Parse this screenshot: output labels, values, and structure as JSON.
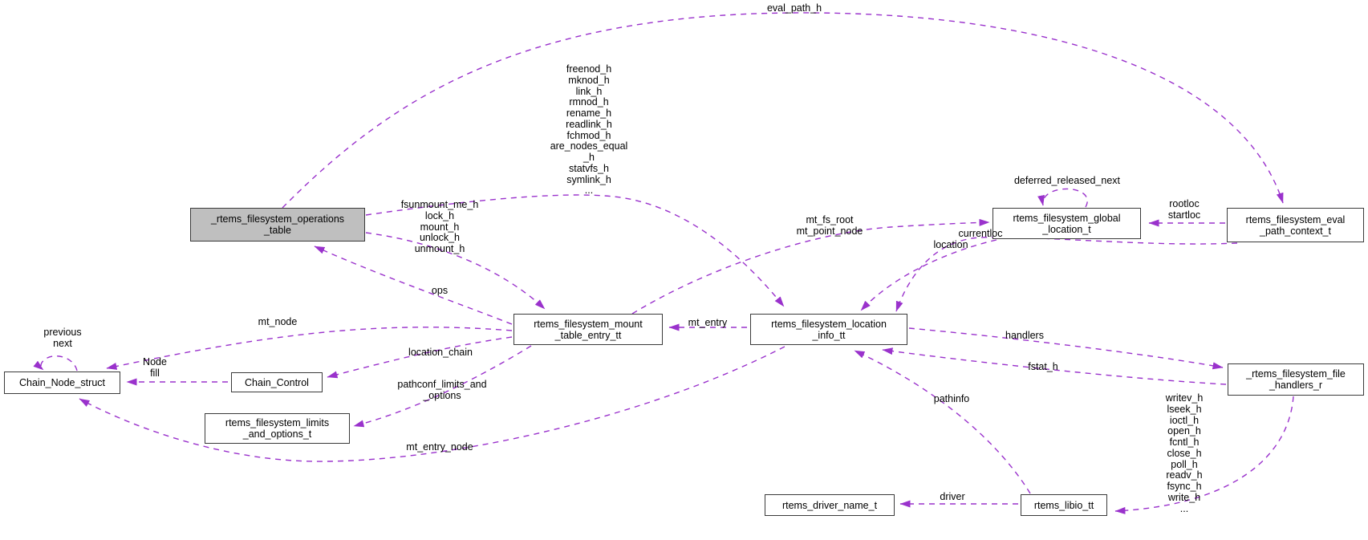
{
  "colors": {
    "edge": "#9a32cc",
    "border": "#3a3a3a",
    "node-fill": "#ffffff",
    "node-highlight": "#bfbfbf"
  },
  "nodes": [
    {
      "id": "operations-table",
      "label": "_rtems_filesystem_operations\n_table",
      "highlighted": true
    },
    {
      "id": "chain-node-struct",
      "label": "Chain_Node_struct"
    },
    {
      "id": "chain-control",
      "label": "Chain_Control"
    },
    {
      "id": "limits-and-options",
      "label": "rtems_filesystem_limits\n_and_options_t"
    },
    {
      "id": "mount-table-entry",
      "label": "rtems_filesystem_mount\n_table_entry_tt"
    },
    {
      "id": "location-info",
      "label": "rtems_filesystem_location\n_info_tt"
    },
    {
      "id": "global-location",
      "label": "rtems_filesystem_global\n_location_t"
    },
    {
      "id": "eval-path-context",
      "label": "rtems_filesystem_eval\n_path_context_t"
    },
    {
      "id": "file-handlers",
      "label": "_rtems_filesystem_file\n_handlers_r"
    },
    {
      "id": "driver-name",
      "label": "rtems_driver_name_t"
    },
    {
      "id": "libio",
      "label": "rtems_libio_tt"
    }
  ],
  "edge_labels": [
    {
      "id": "eval-path-h",
      "text": "eval_path_h"
    },
    {
      "id": "node-ops-stack",
      "text": "freenod_h\nmknod_h\nlink_h\nrmnod_h\nrename_h\nreadlink_h\nfchmod_h\nare_nodes_equal\n_h\nstatvfs_h\nsymlink_h\n..."
    },
    {
      "id": "mount-ops-stack",
      "text": "fsunmount_me_h\nlock_h\nmount_h\nunlock_h\nunmount_h"
    },
    {
      "id": "ops",
      "text": "ops"
    },
    {
      "id": "mt-node",
      "text": "mt_node"
    },
    {
      "id": "node-fill",
      "text": "Node\nfill"
    },
    {
      "id": "previous-next",
      "text": "previous\nnext"
    },
    {
      "id": "location-chain",
      "text": "location_chain"
    },
    {
      "id": "pathconf",
      "text": "pathconf_limits_and\n_options"
    },
    {
      "id": "mt-entry-node",
      "text": "mt_entry_node"
    },
    {
      "id": "mt-entry",
      "text": "mt_entry"
    },
    {
      "id": "mt-fs-root",
      "text": "mt_fs_root\nmt_point_node"
    },
    {
      "id": "location",
      "text": "location"
    },
    {
      "id": "deferred-released-next",
      "text": "deferred_released_next"
    },
    {
      "id": "rootloc-startloc",
      "text": "rootloc\nstartloc"
    },
    {
      "id": "currentloc",
      "text": "currentloc"
    },
    {
      "id": "handlers",
      "text": "handlers"
    },
    {
      "id": "fstat-h",
      "text": "fstat_h"
    },
    {
      "id": "pathinfo",
      "text": "pathinfo"
    },
    {
      "id": "io-handlers-stack",
      "text": "writev_h\nlseek_h\nioctl_h\nopen_h\nfcntl_h\nclose_h\npoll_h\nreadv_h\nfsync_h\nwrite_h\n..."
    },
    {
      "id": "driver",
      "text": "driver"
    }
  ]
}
